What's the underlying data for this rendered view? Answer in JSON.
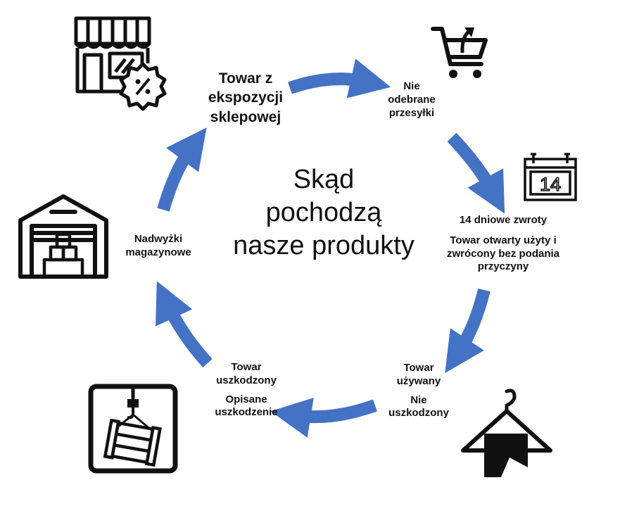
{
  "title": [
    "Skąd",
    "pochodzą",
    "nasze produkty"
  ],
  "nodes": {
    "store": {
      "lines": [
        "Towar z",
        "ekspozycji",
        "sklepowej"
      ],
      "icon": "shop-sale-icon"
    },
    "unreceived": {
      "lines": [
        "Nie",
        "odebrane",
        "przesyłki"
      ],
      "icon": "cart-return-icon"
    },
    "returns": {
      "heading": "14 dniowe zwroty",
      "lines": [
        "Towar otwarty użyty i",
        "zwrócony bez podania",
        "przyczyny"
      ],
      "icon": "calendar-14-icon",
      "calendar_number": "14"
    },
    "used": {
      "lines": [
        "Towar",
        "używany"
      ],
      "sub": [
        "Nie",
        "uszkodzony"
      ],
      "icon": "hanger-cloth-icon"
    },
    "damaged": {
      "lines": [
        "Towar",
        "uszkodzony"
      ],
      "sub": [
        "Opisane",
        "uszkodzenie"
      ],
      "icon": "crane-crate-icon"
    },
    "surplus": {
      "lines": [
        "Nadwyżki",
        "magazynowe"
      ],
      "icon": "warehouse-icon"
    }
  },
  "colors": {
    "arrow": "#4472c4",
    "ink": "#111111",
    "background": "#ffffff"
  }
}
